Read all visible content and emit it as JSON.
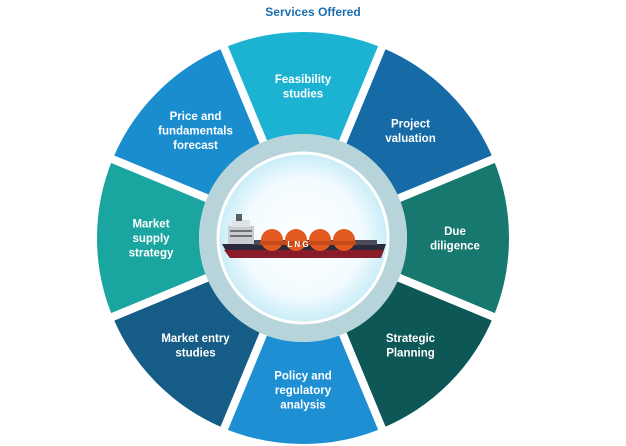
{
  "title": "Services Offered",
  "center": {
    "ship_text": "L N G",
    "icon": "lng-ship-icon"
  },
  "segments": [
    {
      "label": "Feasibility studies",
      "lines": [
        "Feasibility",
        "studies"
      ],
      "color": "#1cb3d2"
    },
    {
      "label": "Project valuation",
      "lines": [
        "Project",
        "valuation"
      ],
      "color": "#166aa6"
    },
    {
      "label": "Due diligence",
      "lines": [
        "Due",
        "diligence"
      ],
      "color": "#17786f"
    },
    {
      "label": "Strategic Planning",
      "lines": [
        "Strategic",
        "Planning"
      ],
      "color": "#0d5756"
    },
    {
      "label": "Policy and regulatory analysis",
      "lines": [
        "Policy and",
        "regulatory",
        "analysis"
      ],
      "color": "#1e8fd2"
    },
    {
      "label": "Market entry studies",
      "lines": [
        "Market entry",
        "studies"
      ],
      "color": "#155d86"
    },
    {
      "label": "Market supply strategy",
      "lines": [
        "Market",
        "supply",
        "strategy"
      ],
      "color": "#1aa5a0"
    },
    {
      "label": "Price and fundamentals forecast",
      "lines": [
        "Price and",
        "fundamentals",
        "forecast"
      ],
      "color": "#1a8dcf"
    }
  ]
}
